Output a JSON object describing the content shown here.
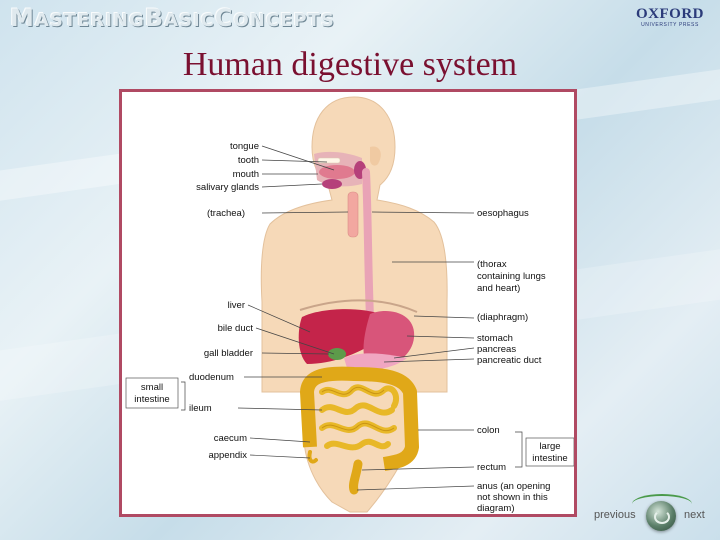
{
  "header": {
    "series_title": [
      "M",
      "ASTERING ",
      "B",
      "ASIC ",
      "C",
      "ONCEPTS"
    ],
    "publisher_name": "OXFORD",
    "publisher_sub": "UNIVERSITY PRESS"
  },
  "page_title": "Human digestive system",
  "diagram": {
    "labels_left": {
      "tongue": "tongue",
      "tooth": "tooth",
      "mouth": "mouth",
      "salivary_glands": "salivary glands",
      "trachea": "(trachea)",
      "liver": "liver",
      "bile_duct": "bile duct",
      "gall_bladder": "gall bladder",
      "duodenum": "duodenum",
      "ileum": "ileum",
      "caecum": "caecum",
      "appendix": "appendix"
    },
    "small_intestine": [
      "small",
      "intestine"
    ],
    "labels_right": {
      "oesophagus": "oesophagus",
      "thorax": [
        "(thorax",
        "containing lungs",
        "and heart)"
      ],
      "diaphragm": "(diaphragm)",
      "stomach": "stomach",
      "pancreas": "pancreas",
      "pancreatic_duct": "pancreatic duct",
      "colon": "colon",
      "rectum": "rectum",
      "anus": [
        "anus (an opening",
        "not shown in this",
        "diagram)"
      ]
    },
    "large_intestine": [
      "large",
      "intestine"
    ]
  },
  "nav": {
    "previous": "previous",
    "next": "next"
  },
  "colors": {
    "title": "#7a1030",
    "frame_border": "#b04a63",
    "skin": "#f6d9b8",
    "liver": "#c4244a",
    "stomach": "#d8557a",
    "intestine": "#e8b828"
  }
}
